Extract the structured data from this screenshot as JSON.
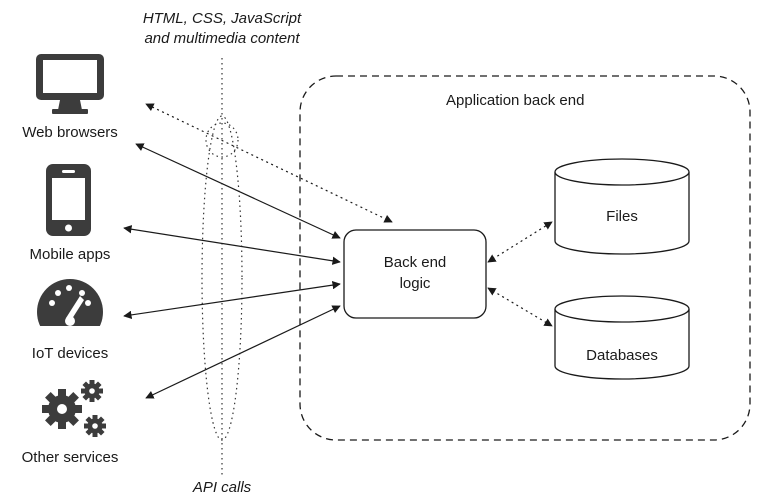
{
  "annotations": {
    "content_line1": "HTML, CSS, JavaScript",
    "content_line2": "and multimedia content",
    "api_calls": "API calls"
  },
  "clients": [
    {
      "label": "Web browsers",
      "icon": "monitor-icon"
    },
    {
      "label": "Mobile apps",
      "icon": "smartphone-icon"
    },
    {
      "label": "IoT devices",
      "icon": "gauge-icon"
    },
    {
      "label": "Other services",
      "icon": "gears-icon"
    }
  ],
  "backend": {
    "title": "Application back end",
    "logic_line1": "Back end",
    "logic_line2": "logic",
    "stores": [
      {
        "label": "Files",
        "icon": "cylinder-icon"
      },
      {
        "label": "Databases",
        "icon": "cylinder-icon"
      }
    ]
  },
  "colors": {
    "icon": "#3c3c3c",
    "line": "#1a1a1a",
    "background": "#ffffff"
  }
}
